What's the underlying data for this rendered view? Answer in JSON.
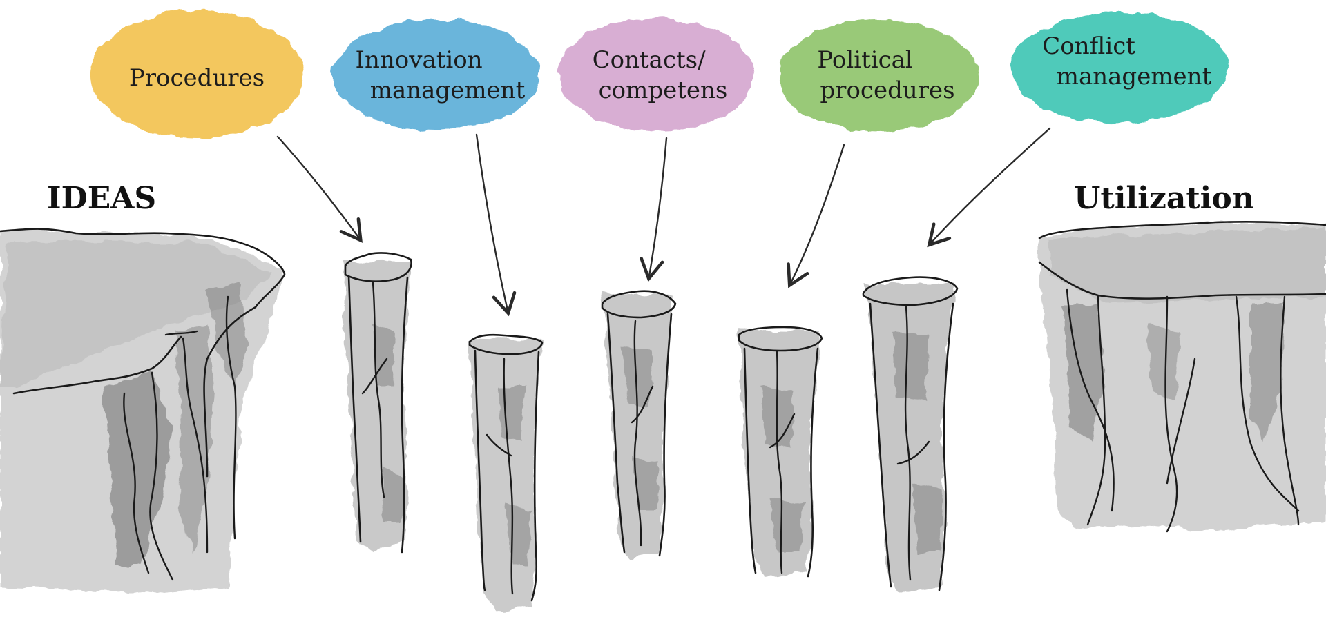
{
  "diagram": {
    "left_label": "IDEAS",
    "right_label": "Utilization",
    "bubbles": [
      {
        "lines": [
          "Procedures"
        ],
        "color": "#f2c14e"
      },
      {
        "lines": [
          "Innovation",
          "management"
        ],
        "color": "#5aaed8"
      },
      {
        "lines": [
          "Contacts/",
          "competens"
        ],
        "color": "#d4a6cf"
      },
      {
        "lines": [
          "Political",
          "procedures"
        ],
        "color": "#8fc46b"
      },
      {
        "lines": [
          "Conflict",
          "management"
        ],
        "color": "#3cc5b3"
      }
    ],
    "colors": {
      "rock": "#c9c9c9",
      "rock_dark": "#8a8a8a",
      "ink": "#1a1a1a"
    }
  }
}
